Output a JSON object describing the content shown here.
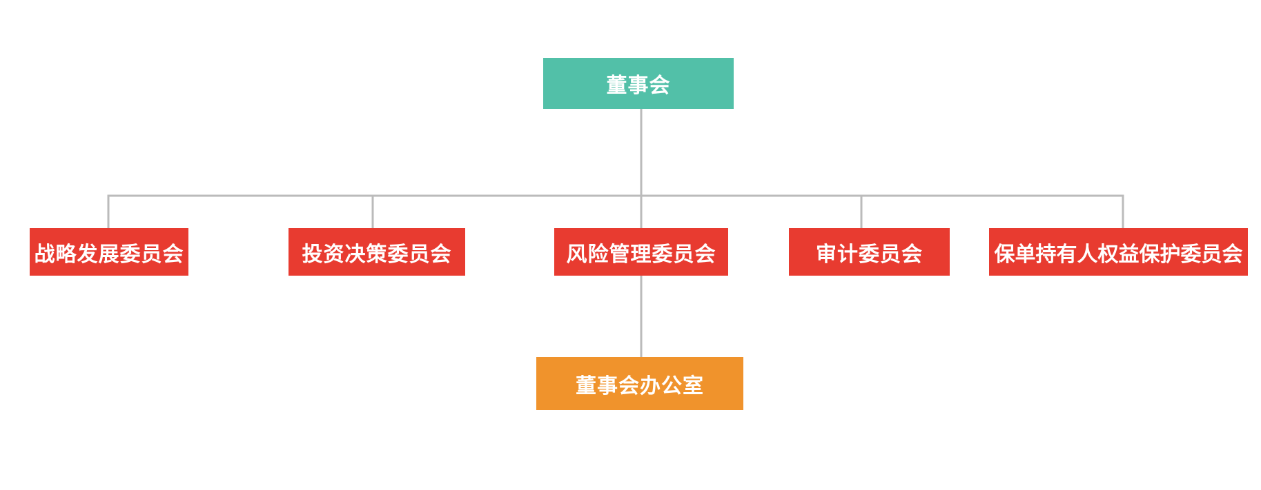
{
  "org_chart": {
    "root": {
      "label": "董事会",
      "color": "#52C0A8"
    },
    "committees": [
      {
        "label": "战略发展委员会",
        "color": "#E83B30"
      },
      {
        "label": "投资决策委员会",
        "color": "#E83B30"
      },
      {
        "label": "风险管理委员会",
        "color": "#E83B30",
        "children": [
          {
            "label": "董事会办公室",
            "color": "#F0932C"
          }
        ]
      },
      {
        "label": "审计委员会",
        "color": "#E83B30"
      },
      {
        "label": "保单持有人权益保护委员会",
        "color": "#E83B30"
      }
    ],
    "text_color": "#FFFFFF",
    "connector_color": "#BBBBBB",
    "canvas_color": "#FFFFFF"
  }
}
